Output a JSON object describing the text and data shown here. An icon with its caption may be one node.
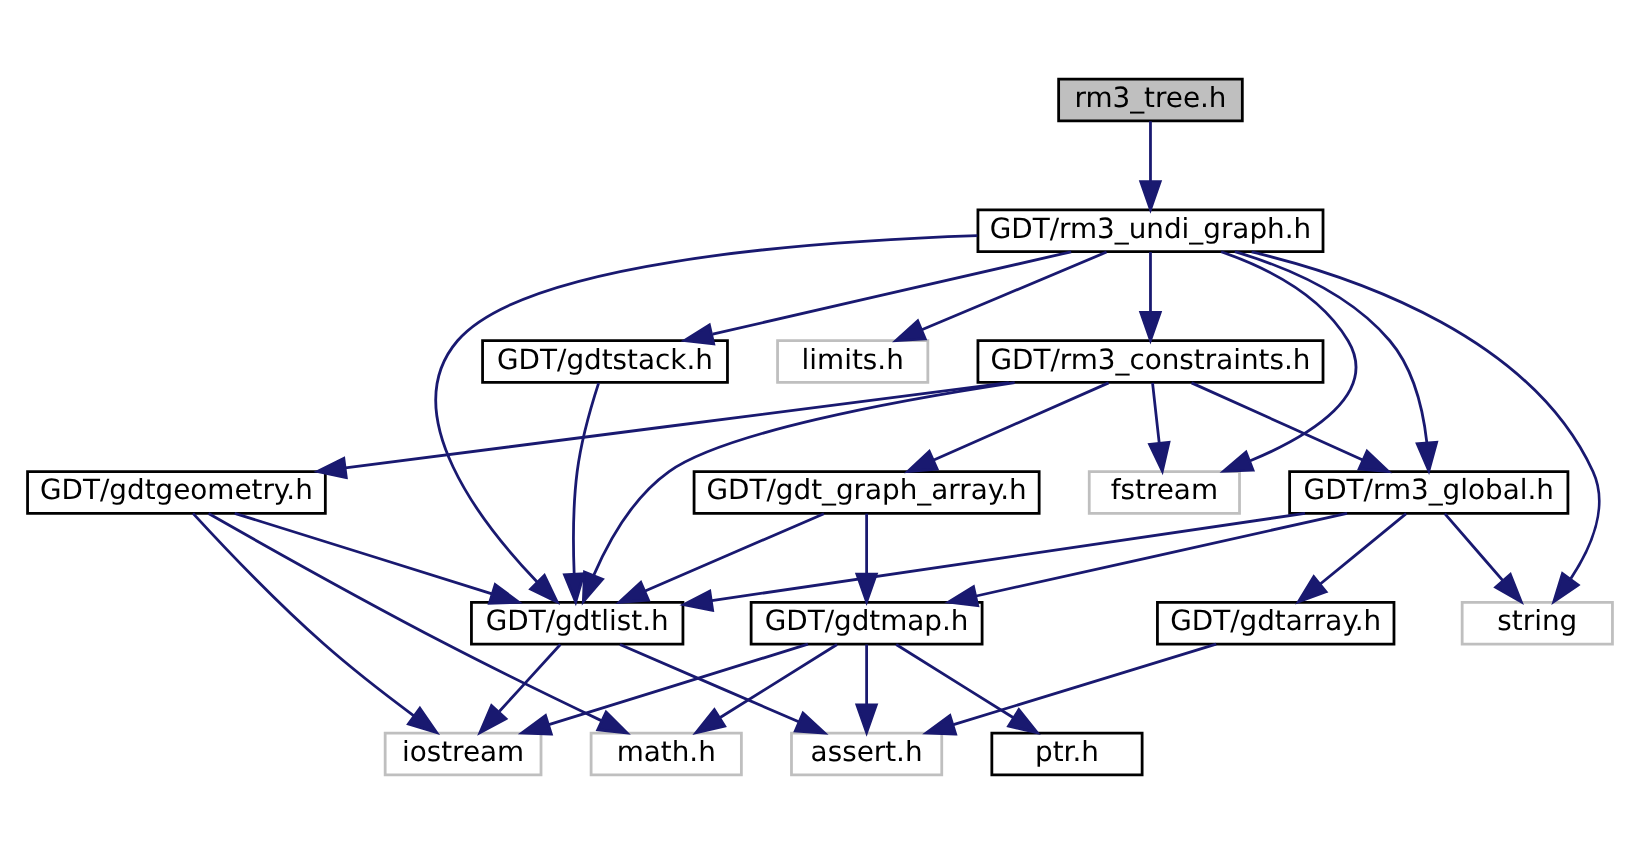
{
  "diagram": {
    "nodes": [
      {
        "text": [
          "rm3_tree.h"
        ]
      },
      {
        "text": [
          "GDT/rm3_undi_graph.h"
        ]
      },
      {
        "text": [
          "GDT/rm3_constraints.h"
        ]
      },
      {
        "text": [
          "GDT/gdtstack.h"
        ]
      },
      {
        "text": [
          "limits.h"
        ]
      },
      {
        "text": [
          "GDT/rm3_global.h"
        ]
      },
      {
        "text": [
          "GDT/gdt_graph_array.h"
        ]
      },
      {
        "text": [
          "fstream"
        ]
      },
      {
        "text": [
          "GDT/gdtgeometry.h"
        ]
      },
      {
        "text": [
          "string"
        ]
      },
      {
        "text": [
          "GDT/gdtarray.h"
        ]
      },
      {
        "text": [
          "GDT/gdtmap.h"
        ]
      },
      {
        "text": [
          "GDT/gdtlist.h"
        ]
      },
      {
        "text": [
          "ptr.h"
        ]
      },
      {
        "text": [
          "assert.h"
        ]
      },
      {
        "text": [
          "iostream"
        ]
      },
      {
        "text": [
          "math.h"
        ]
      }
    ],
    "edges": [
      {
        "from": 0,
        "to": 1,
        "arrow": "to"
      },
      {
        "from": 1,
        "to": 9,
        "arrow": "to"
      },
      {
        "from": 1,
        "to": 5,
        "arrow": "to"
      },
      {
        "from": 1,
        "to": 2,
        "arrow": "to"
      },
      {
        "from": 1,
        "to": 7,
        "arrow": "to"
      },
      {
        "from": 1,
        "to": 3,
        "arrow": "to"
      },
      {
        "from": 1,
        "to": 12,
        "arrow": "to"
      },
      {
        "from": 1,
        "to": 4,
        "arrow": "to"
      },
      {
        "from": 2,
        "to": 5,
        "arrow": "to"
      },
      {
        "from": 2,
        "to": 6,
        "arrow": "to"
      },
      {
        "from": 2,
        "to": 7,
        "arrow": "to"
      },
      {
        "from": 2,
        "to": 12,
        "arrow": "to"
      },
      {
        "from": 2,
        "to": 8,
        "arrow": "to"
      },
      {
        "from": 3,
        "to": 12,
        "arrow": "to"
      },
      {
        "from": 5,
        "to": 9,
        "arrow": "to"
      },
      {
        "from": 5,
        "to": 10,
        "arrow": "to"
      },
      {
        "from": 5,
        "to": 11,
        "arrow": "to"
      },
      {
        "from": 5,
        "to": 12,
        "arrow": "to"
      },
      {
        "from": 6,
        "to": 11,
        "arrow": "to"
      },
      {
        "from": 6,
        "to": 12,
        "arrow": "to"
      },
      {
        "from": 8,
        "to": 12,
        "arrow": "to"
      },
      {
        "from": 8,
        "to": 15,
        "arrow": "to"
      },
      {
        "from": 8,
        "to": 16,
        "arrow": "to"
      },
      {
        "from": 10,
        "to": 14,
        "arrow": "to"
      },
      {
        "from": 11,
        "to": 13,
        "arrow": "to"
      },
      {
        "from": 11,
        "to": 14,
        "arrow": "to"
      },
      {
        "from": 11,
        "to": 15,
        "arrow": "to"
      },
      {
        "from": 11,
        "to": 16,
        "arrow": "to"
      },
      {
        "from": 12,
        "to": 14,
        "arrow": "to"
      },
      {
        "from": 12,
        "to": 15,
        "arrow": "to"
      }
    ]
  }
}
